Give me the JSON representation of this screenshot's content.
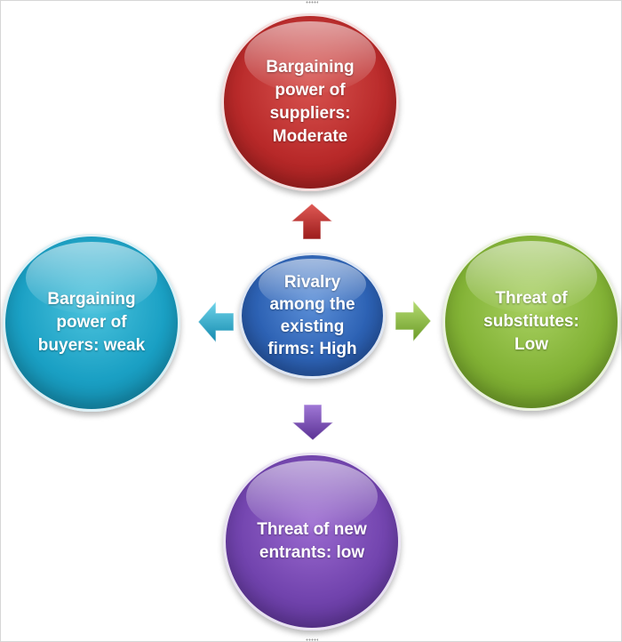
{
  "diagram": {
    "nodes": {
      "center": {
        "label": "Rivalry among the existing firms: High",
        "color": "#2d62b4"
      },
      "top": {
        "label": "Bargaining power of suppliers: Moderate",
        "color": "#b92a2a"
      },
      "left": {
        "label": "Bargaining power of buyers: weak",
        "color": "#1aa0c4"
      },
      "right": {
        "label": "Threat of substitutes: Low",
        "color": "#82b235"
      },
      "bottom": {
        "label": "Threat of new entrants: low",
        "color": "#7244ae"
      }
    },
    "arrows": [
      {
        "from": "center",
        "to": "top",
        "direction": "up",
        "color": "#c0312c"
      },
      {
        "from": "center",
        "to": "left",
        "direction": "left",
        "color": "#2aaed3"
      },
      {
        "from": "center",
        "to": "right",
        "direction": "right",
        "color": "#8dbf3e"
      },
      {
        "from": "center",
        "to": "bottom",
        "direction": "down",
        "color": "#7c4fb6"
      }
    ]
  }
}
